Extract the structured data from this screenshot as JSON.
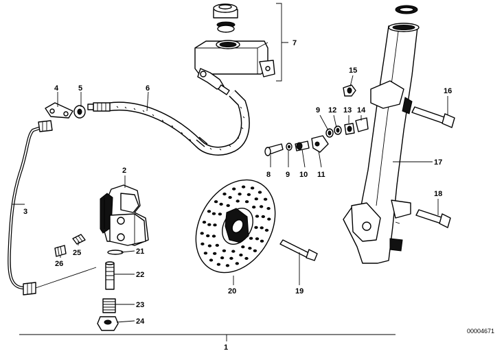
{
  "diagram": {
    "parts": [
      {
        "id": "p1",
        "label": "1"
      },
      {
        "id": "p2",
        "label": "2"
      },
      {
        "id": "p3",
        "label": "3"
      },
      {
        "id": "p4",
        "label": "4"
      },
      {
        "id": "p5",
        "label": "5"
      },
      {
        "id": "p6",
        "label": "6"
      },
      {
        "id": "p7",
        "label": "7"
      },
      {
        "id": "p8",
        "label": "8"
      },
      {
        "id": "p9a",
        "label": "9"
      },
      {
        "id": "p9b",
        "label": "9"
      },
      {
        "id": "p10",
        "label": "10"
      },
      {
        "id": "p11",
        "label": "11"
      },
      {
        "id": "p12",
        "label": "12"
      },
      {
        "id": "p13",
        "label": "13"
      },
      {
        "id": "p14",
        "label": "14"
      },
      {
        "id": "p15",
        "label": "15"
      },
      {
        "id": "p16",
        "label": "16"
      },
      {
        "id": "p17",
        "label": "17"
      },
      {
        "id": "p18",
        "label": "18"
      },
      {
        "id": "p19",
        "label": "19"
      },
      {
        "id": "p20",
        "label": "20"
      },
      {
        "id": "p21",
        "label": "21"
      },
      {
        "id": "p22",
        "label": "22"
      },
      {
        "id": "p23",
        "label": "23"
      },
      {
        "id": "p24",
        "label": "24"
      },
      {
        "id": "p25",
        "label": "25"
      },
      {
        "id": "p26",
        "label": "26"
      }
    ],
    "reference_number": "00004671"
  }
}
